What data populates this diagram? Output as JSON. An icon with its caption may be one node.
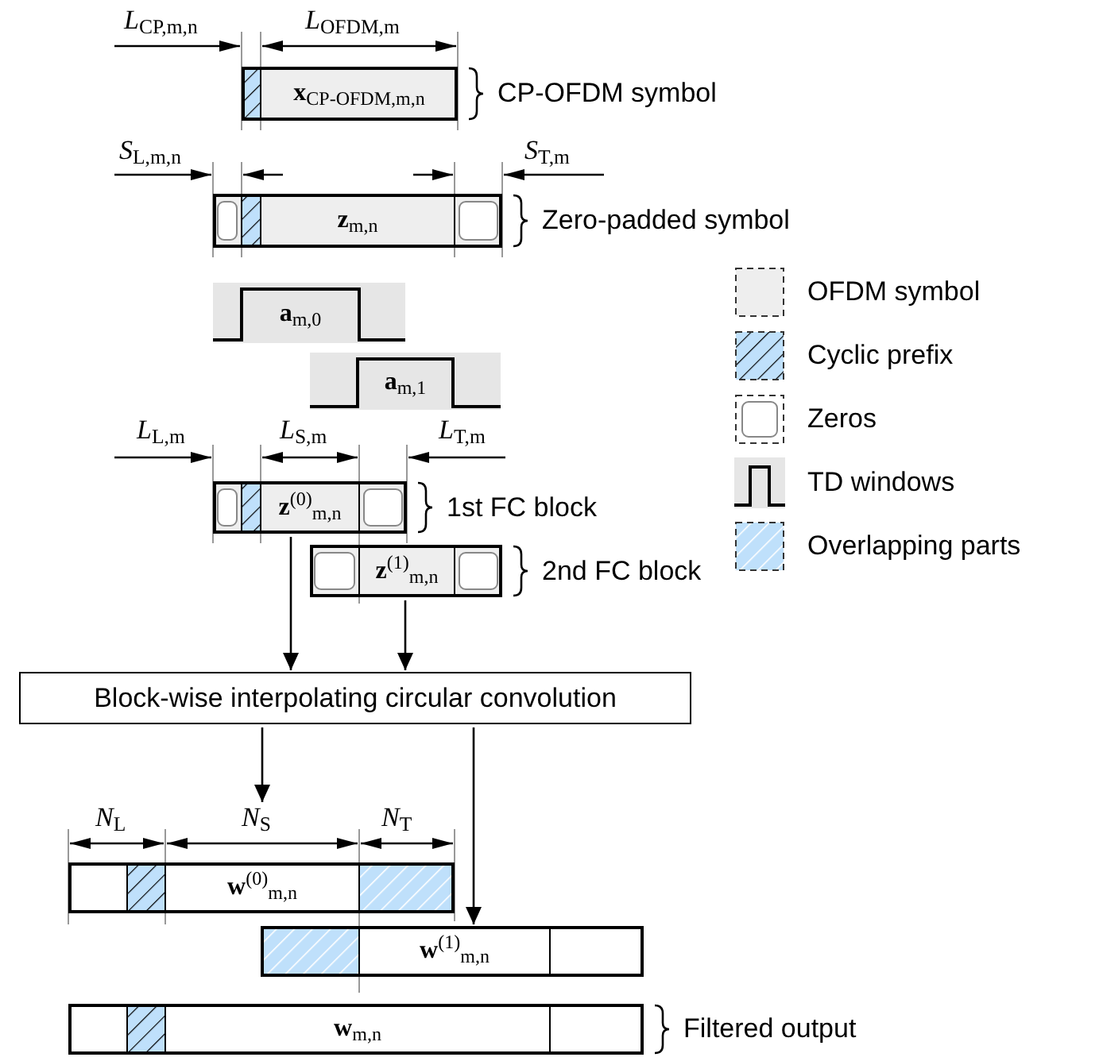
{
  "diagram": {
    "nodes": [
      {
        "text": [
          "**x**$_{CP-OFDM,m,n}$"
        ],
        "beside": [
          "CP-OFDM symbol"
        ]
      },
      {
        "text": [
          "**z**$_{m,n}$"
        ],
        "beside": [
          "Zero-padded symbol"
        ]
      },
      {
        "text": [
          "**a**$_{m,0}$"
        ]
      },
      {
        "text": [
          "**a**$_{m,1}$"
        ]
      },
      {
        "text": [
          "**z**$^{(0)}$$_{m,n}$"
        ],
        "beside": [
          "1st FC block"
        ]
      },
      {
        "text": [
          "**z**$^{(1)}$$_{m,n}$"
        ],
        "beside": [
          "2nd FC block"
        ]
      },
      {
        "text": [
          "Block-wise interpolating circular convolution"
        ]
      },
      {
        "text": [
          "**w**$^{(0)}$$_{m,n}$"
        ]
      },
      {
        "text": [
          "**w**$^{(1)}$$_{m,n}$"
        ]
      },
      {
        "text": [
          "**w**$_{m,n}$"
        ],
        "beside": [
          "Filtered output"
        ]
      }
    ],
    "edges": [
      {
        "from": 4,
        "to": 6,
        "arrow": "to"
      },
      {
        "from": 5,
        "to": 6,
        "arrow": "to"
      },
      {
        "from": 6,
        "to": 7,
        "arrow": "to"
      },
      {
        "from": 6,
        "to": 8,
        "arrow": "to"
      }
    ],
    "labels": [
      "*L*$_{CP,m,n}$",
      "*L*$_{OFDM,m}$",
      "*S*$_{L,m,n}$",
      "*S*$_{T,m}$",
      "*L*$_{L,m}$",
      "*L*$_{S,m}$",
      "*L*$_{T,m}$",
      "*N*$_{L}$",
      "*N*$_{S}$",
      "*N*$_{T}$"
    ],
    "legend": [
      {
        "text": "OFDM symbol"
      },
      {
        "text": "Cyclic prefix"
      },
      {
        "text": "Zeros"
      },
      {
        "text": "TD windows"
      },
      {
        "text": "Overlapping parts"
      }
    ]
  }
}
